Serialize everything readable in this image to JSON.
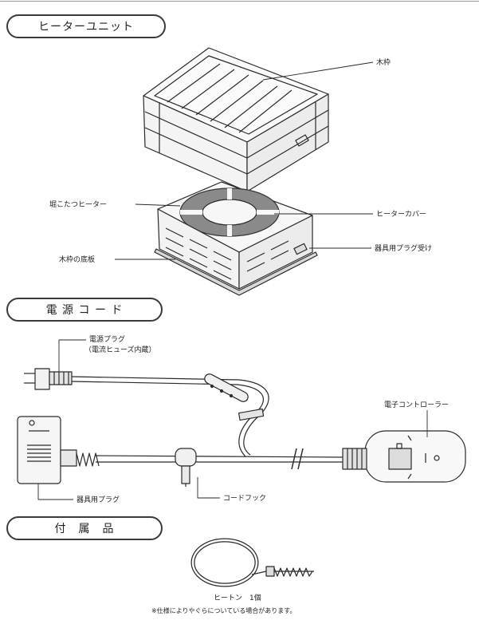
{
  "sections": {
    "heater_unit": "ヒーターユニット",
    "power_cord": "電 源 コ ー ド",
    "accessories": "付　属　品"
  },
  "labels": {
    "wood_frame": "木枠",
    "kotatsu_heater": "堀こたつヒーター",
    "heater_cover": "ヒーターカバー",
    "wood_frame_bottom": "木枠の底板",
    "appliance_receptacle": "器具用プラグ受け",
    "power_plug_line1": "電源プラグ",
    "power_plug_line2": "（電流ヒューズ内蔵）",
    "electronic_controller": "電子コントローラー",
    "appliance_plug": "器具用プラグ",
    "cord_hook": "コードフック",
    "eye_screw": "ヒートン　1個",
    "footnote": "※仕様によりやぐらについている場合があります。"
  }
}
